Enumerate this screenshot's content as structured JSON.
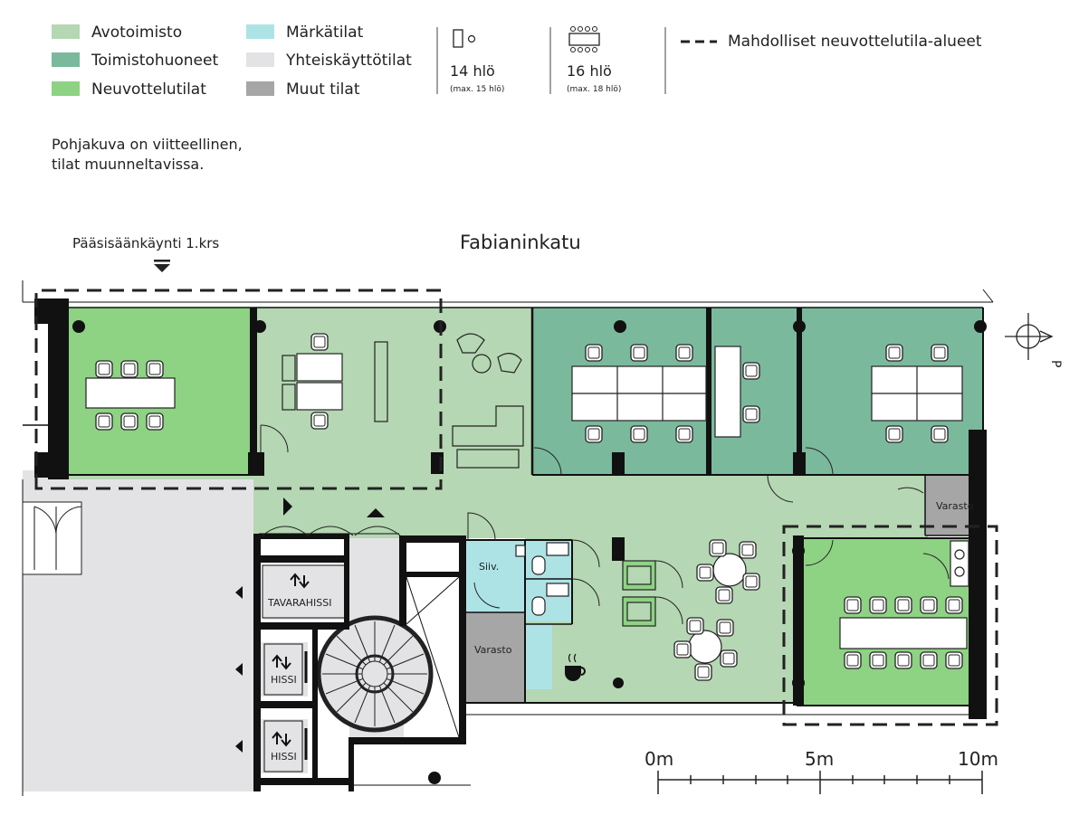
{
  "legend": {
    "items": [
      {
        "label": "Avotoimisto",
        "color": "#b5d7b3"
      },
      {
        "label": "Toimistohuoneet",
        "color": "#7bb99d"
      },
      {
        "label": "Neuvottelutilat",
        "color": "#8ed284"
      },
      {
        "label": "Märkätilat",
        "color": "#aee3e6"
      },
      {
        "label": "Yhteiskäyttötilat",
        "color": "#e3e3e5"
      },
      {
        "label": "Muut tilat",
        "color": "#a6a6a6"
      }
    ],
    "capacity_a": {
      "people": "14 hlö",
      "max": "(max. 15 hlö)"
    },
    "capacity_b": {
      "people": "16 hlö",
      "max": "(max. 18 hlö)"
    },
    "dashed_label": "Mahdolliset neuvottelutila-alueet"
  },
  "note": {
    "line1": "Pohjakuva on viitteellinen,",
    "line2": "tilat muunneltavissa."
  },
  "plan": {
    "entrance_label": "Pääsisäänkäynti 1.krs",
    "street_label": "Fabianinkatu",
    "rooms": {
      "storage_top": "Varasto",
      "storage_bottom": "Varasto",
      "cleaning": "Siiv.",
      "freight_elevator": "TAVARAHISSI",
      "elevator_1": "HISSI",
      "elevator_2": "HISSI"
    },
    "north_label": "P",
    "scale": {
      "zero": "0m",
      "mid": "5m",
      "end": "10m"
    }
  }
}
